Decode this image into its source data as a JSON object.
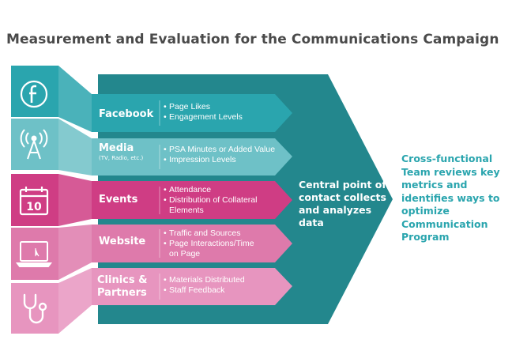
{
  "title": "Measurement and Evaluation for the Communications Campaign",
  "colors": {
    "teal_dark": "#23878d",
    "teal": "#2aa5ae",
    "teal_light": "#6ec1c7",
    "magenta": "#cf3d84",
    "pink": "#de7aab",
    "pink_light": "#e795bf"
  },
  "rows": [
    {
      "id": "facebook",
      "icon": "facebook-icon",
      "title": "Facebook",
      "subtitle": "",
      "bullets": [
        "Page Likes",
        "Engagement Levels"
      ]
    },
    {
      "id": "media",
      "icon": "broadcast-tower-icon",
      "title": "Media",
      "subtitle": "(TV, Radio, etc.)",
      "bullets": [
        "PSA Minutes or Added Value",
        "Impression Levels"
      ]
    },
    {
      "id": "events",
      "icon": "calendar-icon",
      "icon_text": "10",
      "title": "Events",
      "subtitle": "",
      "bullets": [
        "Attendance",
        "Distribution of Collateral",
        "Elements"
      ]
    },
    {
      "id": "website",
      "icon": "laptop-icon",
      "title": "Website",
      "subtitle": "",
      "bullets": [
        "Traffic and Sources",
        "Page Interactions/Time",
        "on Page"
      ]
    },
    {
      "id": "clinics",
      "icon": "stethoscope-icon",
      "title": "Clinics &",
      "title2": "Partners",
      "subtitle": "",
      "bullets": [
        "Materials Distributed",
        "Staff Feedback"
      ]
    }
  ],
  "center_text": "Central point of contact collects and analyzes data",
  "side_text": "Cross-functional Team reviews key metrics and identifies ways to optimize Communication Program"
}
